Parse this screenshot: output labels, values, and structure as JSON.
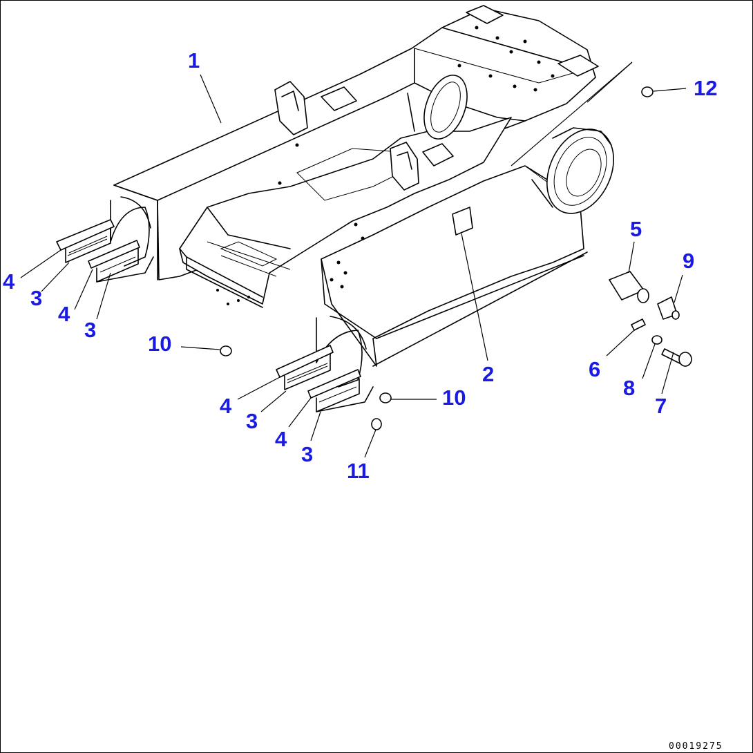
{
  "colors": {
    "callout": "#1a1ae6",
    "line": "#000000",
    "background": "#ffffff"
  },
  "document_number": "00019275",
  "callouts": [
    {
      "id": "c1",
      "text": "1"
    },
    {
      "id": "c2",
      "text": "2"
    },
    {
      "id": "c3a",
      "text": "3"
    },
    {
      "id": "c3b",
      "text": "3"
    },
    {
      "id": "c3c",
      "text": "3"
    },
    {
      "id": "c3d",
      "text": "3"
    },
    {
      "id": "c4a",
      "text": "4"
    },
    {
      "id": "c4b",
      "text": "4"
    },
    {
      "id": "c4c",
      "text": "4"
    },
    {
      "id": "c4d",
      "text": "4"
    },
    {
      "id": "c5",
      "text": "5"
    },
    {
      "id": "c6",
      "text": "6"
    },
    {
      "id": "c7",
      "text": "7"
    },
    {
      "id": "c8",
      "text": "8"
    },
    {
      "id": "c9",
      "text": "9"
    },
    {
      "id": "c10a",
      "text": "10"
    },
    {
      "id": "c10b",
      "text": "10"
    },
    {
      "id": "c11",
      "text": "11"
    },
    {
      "id": "c12",
      "text": "12"
    }
  ]
}
